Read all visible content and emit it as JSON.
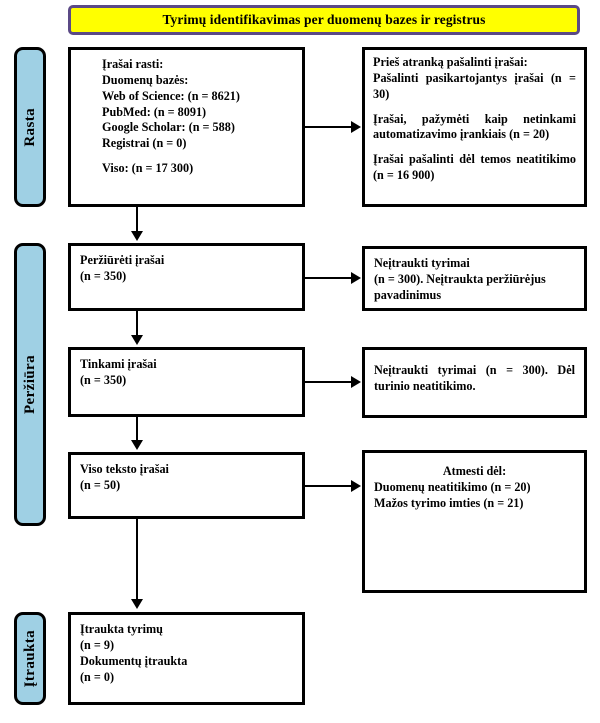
{
  "banner": {
    "title": "Tyrimų identifikavimas per duomenų  bazes ir registrus",
    "background_color": "#ffff00",
    "border_color": "#5b4a86"
  },
  "stages": {
    "identification": "Rasta",
    "screening": "Peržiūra",
    "included": "Įtraukta",
    "background_color": "#9fd0e4"
  },
  "boxes": {
    "identified": {
      "line1": "Įrašai rasti:",
      "line2": "Duomenų bazės:",
      "line3": "Web of Science: (n = 8621)",
      "line4": "PubMed: (n = 8091)",
      "line5": "Google Scholar: (n = 588)",
      "line6": "Registrai (n = 0)",
      "line7": "Viso: (n = 17 300)"
    },
    "removed": {
      "line1": "Prieš atranką pašalinti įrašai:",
      "line2": "Pašalinti pasikartojantys įrašai (n = 30)",
      "line3": "Įrašai, pažymėti kaip netinkami automatizavimo įrankiais (n = 20)",
      "line4": "Įrašai pašalinti dėl temos neatitikimo (n = 16 900)"
    },
    "screened": {
      "line1": "Peržiūrėti įrašai",
      "line2": "(n = 350)"
    },
    "excluded_title": {
      "line1": "Neįtraukti tyrimai",
      "line2": "(n = 300). Neįtraukta peržiūrėjus pavadinimus"
    },
    "eligible": {
      "line1": "Tinkami įrašai",
      "line2": "(n = 350)"
    },
    "excluded_content": {
      "line1": "Neįtraukti tyrimai (n = 300). Dėl turinio neatitikimo."
    },
    "fulltext": {
      "line1": "Viso  teksto įrašai",
      "line2": "(n = 50)"
    },
    "excluded_reasons": {
      "line1": "Atmesti dėl:",
      "line2": "Duomenų  neatitikimo (n = 20)",
      "line3": "Mažos tyrimo imties (n = 21)"
    },
    "included": {
      "line1": "Įtraukta tyrimų",
      "line2": "(n = 9)",
      "line3": "Dokumentų įtraukta",
      "line4": "(n = 0)"
    }
  }
}
